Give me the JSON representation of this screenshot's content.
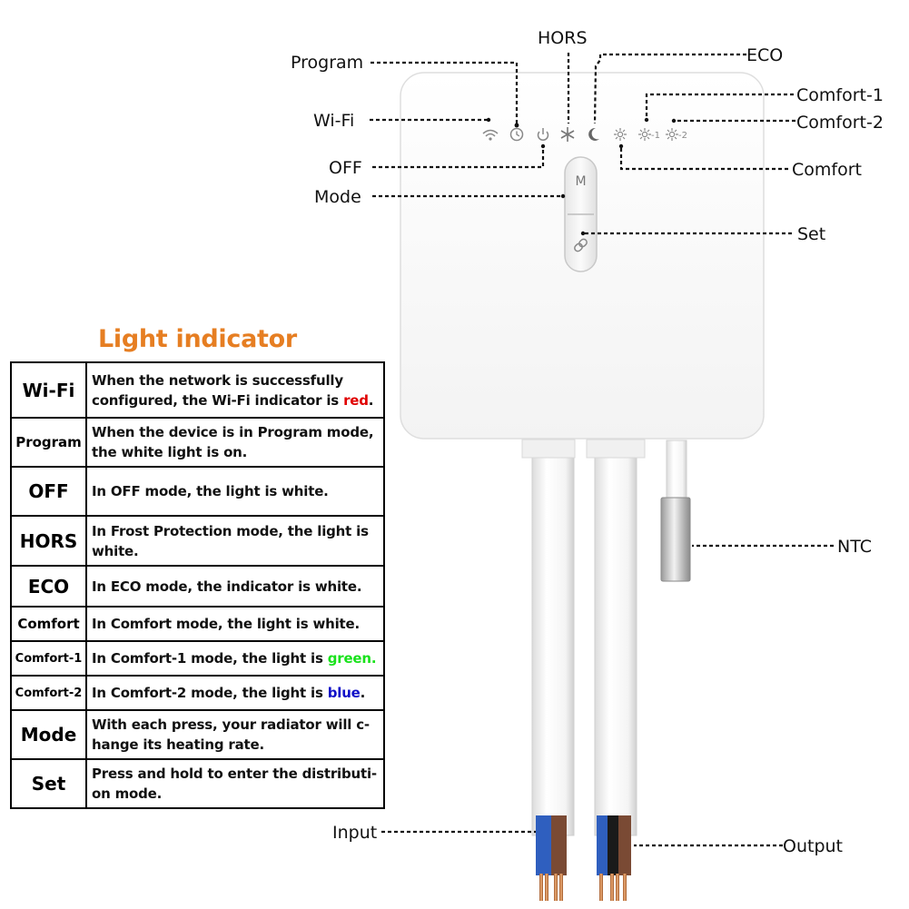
{
  "callouts": {
    "program": "Program",
    "hors": "HORS",
    "eco": "ECO",
    "wifi": "Wi-Fi",
    "comfort1": "Comfort-1",
    "comfort2": "Comfort-2",
    "off": "OFF",
    "comfort": "Comfort",
    "mode": "Mode",
    "set": "Set",
    "ntc": "NTC",
    "input": "Input",
    "output": "Output"
  },
  "device": {
    "mode_button_label": "M",
    "led_comfort1_label": "-1",
    "led_comfort2_label": "-2"
  },
  "legend": {
    "title": "Light indicator",
    "rows": [
      {
        "name": "Wi-Fi",
        "text": "When the network is successfully configured, the Wi-Fi indicator is ",
        "keyword": "red",
        "keyword_color": "#e00000",
        "after": "."
      },
      {
        "name": "Program",
        "text": "When the device is in Program mode, the white light is on.",
        "keyword": "",
        "keyword_color": "",
        "after": ""
      },
      {
        "name": "OFF",
        "text": "In OFF mode, the light is white.",
        "keyword": "",
        "keyword_color": "",
        "after": ""
      },
      {
        "name": "HORS",
        "text": "In Frost Protection mode, the light is white.",
        "keyword": "",
        "keyword_color": "",
        "after": ""
      },
      {
        "name": "ECO",
        "text": "In ECO mode, the indicator is white.",
        "keyword": "",
        "keyword_color": "",
        "after": ""
      },
      {
        "name": "Comfort",
        "text": "In Comfort mode, the light is white.",
        "keyword": "",
        "keyword_color": "",
        "after": ""
      },
      {
        "name": "Comfort-1",
        "text": "In Comfort-1 mode, the light is ",
        "keyword": "green.",
        "keyword_color": "#19e21c",
        "after": ""
      },
      {
        "name": "Comfort-2",
        "text": "In Comfort-2 mode, the light is ",
        "keyword": "blue",
        "keyword_color": "#1010c8",
        "after": "."
      },
      {
        "name": "Mode",
        "text": "With each press, your radiator will c-hange its heating rate.",
        "keyword": "",
        "keyword_color": "",
        "after": ""
      },
      {
        "name": "Set",
        "text": "Press and hold to enter the distributi-on mode.",
        "keyword": "",
        "keyword_color": "",
        "after": ""
      }
    ]
  }
}
